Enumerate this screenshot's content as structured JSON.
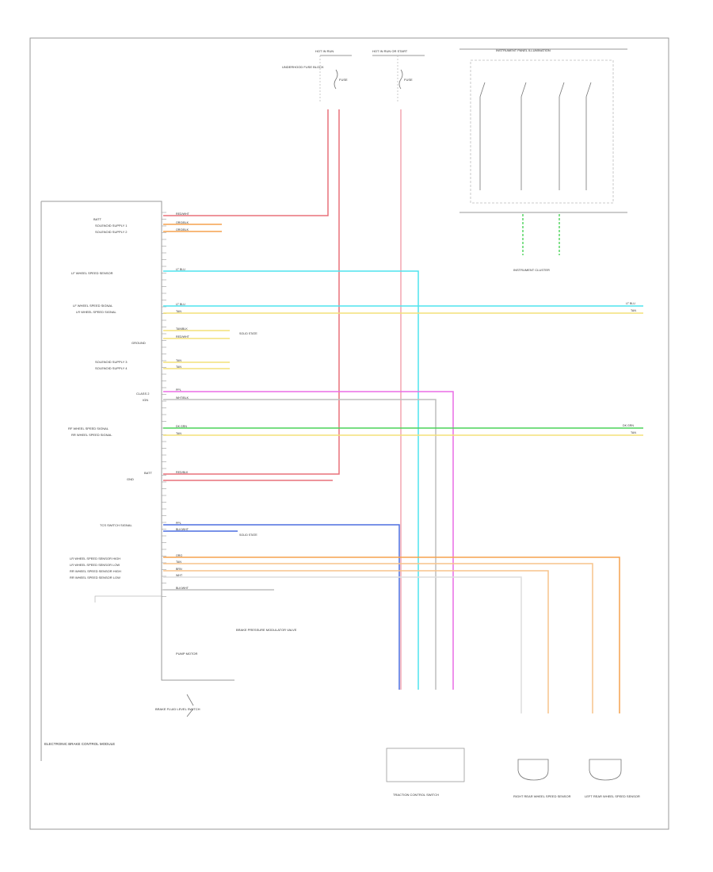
{
  "colors": {
    "red": "#e8707a",
    "pink": "#f4a6b0",
    "cyan": "#4fe3ee",
    "yellow": "#f3e179",
    "green": "#4cd35a",
    "magenta": "#ea6de6",
    "gray": "#a9a9a9",
    "blue": "#4d6ee0",
    "orange": "#f6a24e",
    "lightorange": "#f7c38c",
    "frame": "#9a9a9a"
  },
  "top_labels": {
    "hot_run_left": "HOT IN RUN",
    "fuse_left": "FUSE",
    "hot_run_right": "HOT IN RUN OR START",
    "fuse_right": "FUSE",
    "fuse_block_label": "UNDERHOOD FUSE BLOCK",
    "instrument_panel_title": "INSTRUMENT PANEL ILLUMINATION"
  },
  "module": {
    "name": "ELECTRONIC BRAKE CONTROL MODULE",
    "pin_labels": [
      "BATT",
      "SOLENOID SUPPLY 1",
      "SOLENOID SUPPLY 2",
      "LF WHEEL SPEED SENSOR",
      "LF WHEEL SPEED SIGNAL",
      "LR WHEEL SPEED SIGNAL",
      "GROUND",
      "SOLENOID SUPPLY 3",
      "SOLENOID SUPPLY 4",
      "CLASS 2",
      "IGN",
      "RF WHEEL SPEED SIGNAL",
      "RR WHEEL SPEED SIGNAL",
      "BATT",
      "GND",
      "TCS SWITCH SIGNAL",
      "LR WHEEL SPEED SENSOR HIGH",
      "LR WHEEL SPEED SENSOR LOW",
      "RR WHEEL SPEED SENSOR HIGH",
      "RR WHEEL SPEED SENSOR LOW"
    ],
    "sub_labels": [
      "BRAKE PRESSURE MODULATOR VALVE",
      "PUMP MOTOR"
    ],
    "switch_label": "BRAKE FLUID LEVEL SWITCH"
  },
  "wire_labels": {
    "w1": "RED/WHT",
    "w2": "ORG/BLK",
    "w3": "ORG/BLK",
    "w4": "LT BLU",
    "w5": "LT BLU",
    "w6": "TAN",
    "w7": "TAN/BLK",
    "w8": "RED/WHT",
    "w9": "TAN",
    "w10": "TAN",
    "w11": "PPL",
    "w12": "WHT/BLK",
    "w13": "DK GRN",
    "w14": "TAN",
    "w15": "RED/BLK",
    "w16": "PPL",
    "w17": "BLK/WHT",
    "w18": "BLK/WHT",
    "w19": "ORG",
    "w20": "TAN",
    "w21": "BRN",
    "w22": "WHT",
    "ground_text": "SOLID STATE",
    "ground_text2": "SOLID STATE"
  },
  "right_side": {
    "lt_blu": "LT BLU",
    "tan": "TAN",
    "dk_grn": "DK GRN",
    "tan2": "TAN"
  },
  "bottom": {
    "traction_label": "TRACTION CONTROL SWITCH",
    "rr_sensor_label": "RIGHT REAR WHEEL SPEED SENSOR",
    "lr_sensor_label": "LEFT REAR WHEEL SPEED SENSOR",
    "instrument_cluster_label": "INSTRUMENT CLUSTER"
  }
}
